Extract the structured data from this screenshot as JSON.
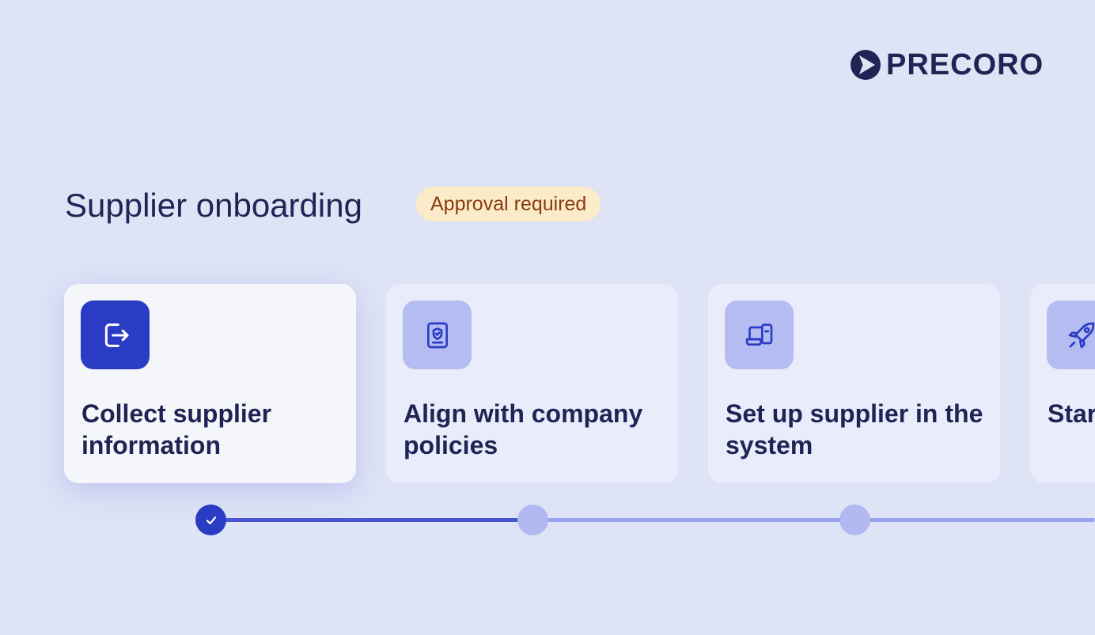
{
  "brand": {
    "name": "PRECORO",
    "logo_icon": "play-arrow-circle-icon",
    "color": "#1f2454"
  },
  "header": {
    "title": "Supplier onboarding",
    "badge": "Approval required"
  },
  "steps": [
    {
      "title": "Collect supplier information",
      "icon": "log-out-arrow-icon",
      "status": "done",
      "active": true
    },
    {
      "title": "Align with company policies",
      "icon": "document-shield-icon",
      "status": "pending",
      "active": false
    },
    {
      "title": "Set up supplier in the system",
      "icon": "laptop-phone-icon",
      "status": "pending",
      "active": false
    },
    {
      "title": "Start collaboration",
      "icon": "rocket-icon",
      "status": "pending",
      "active": false
    }
  ],
  "colors": {
    "background": "#dfe3f6",
    "accent": "#2b3cc4",
    "card": "#e9ecfa",
    "card_active": "#f4f6fa",
    "icon_tile": "#b5bcf1",
    "badge_bg": "#fbebc8",
    "badge_text": "#8a3a0e",
    "track_done": "#4856d0",
    "track_pending": "#9aa3f1"
  }
}
